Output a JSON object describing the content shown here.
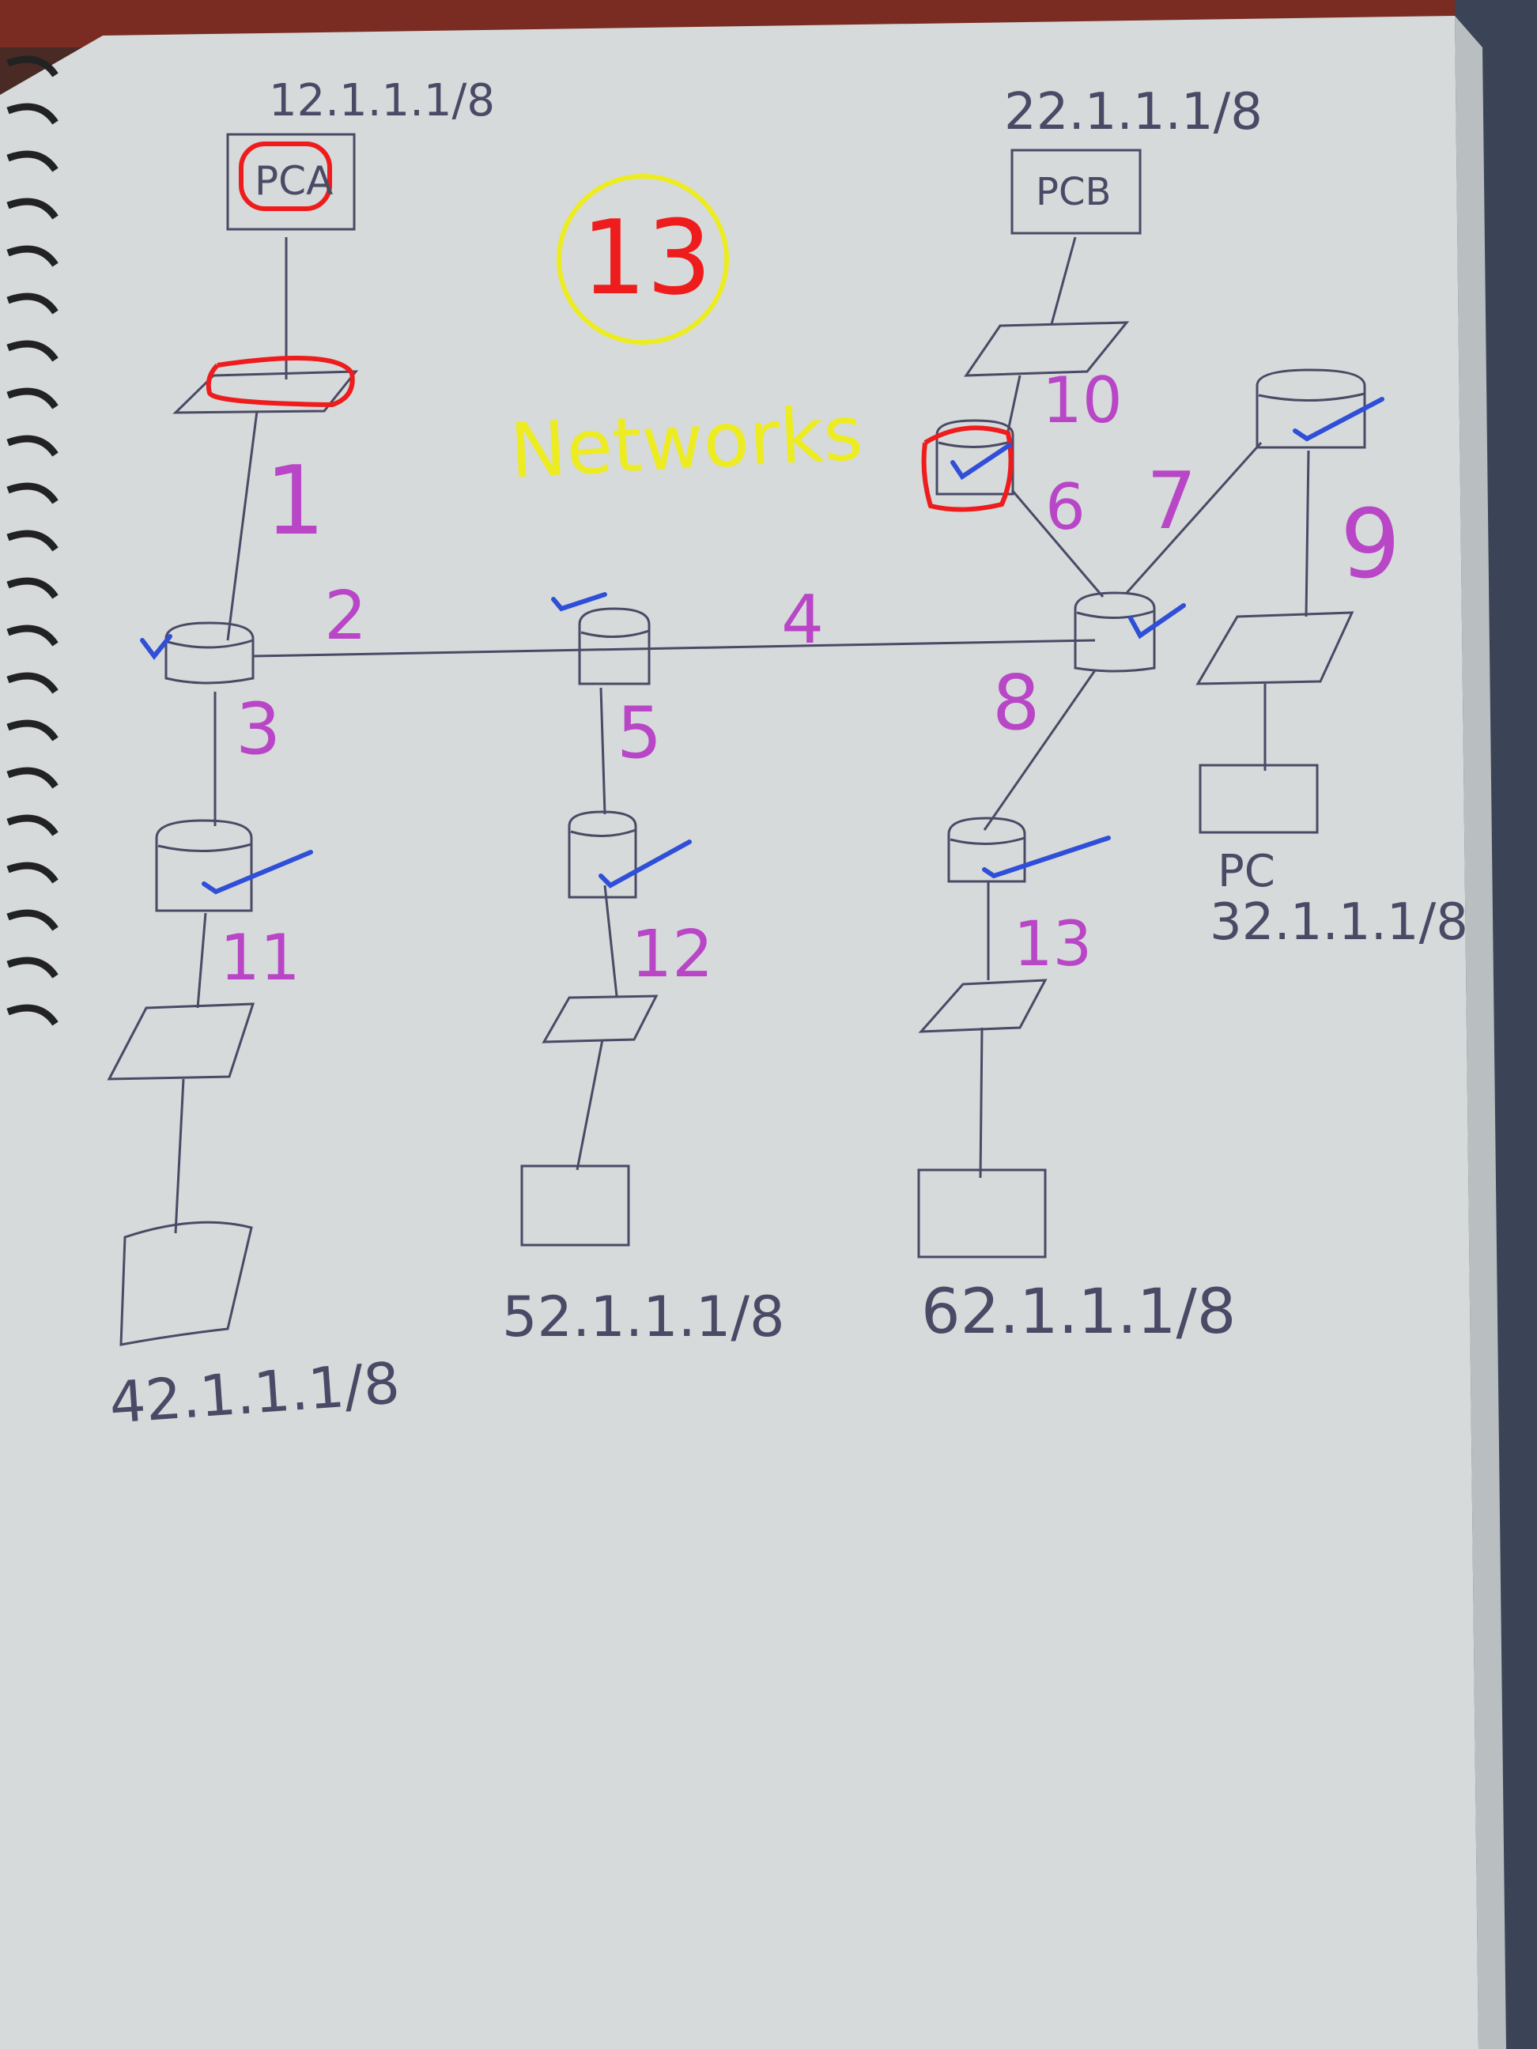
{
  "title": {
    "count": "13",
    "word": "Networks"
  },
  "colors": {
    "paper": "#d8dcdc",
    "ink": "#4a4a66",
    "magenta": "#b846c6",
    "yellow": "#ecec20",
    "red": "#ee1c1c",
    "blue": "#2f4fd8"
  },
  "hosts": {
    "pc_a": "PCA",
    "pc_b": "PCB",
    "pc_right": "PC"
  },
  "ip_labels": {
    "pc_a": "12.1.1.1/8",
    "pc_b": "22.1.1.1/8",
    "pc_right": "32.1.1.1/8",
    "bottom_left": "42.1.1.1/8",
    "bottom_middle": "52.1.1.1/8",
    "bottom_right": "62.1.1.1/8"
  },
  "network_labels": [
    "1",
    "2",
    "3",
    "4",
    "5",
    "6",
    "7",
    "8",
    "9",
    "10",
    "11",
    "12",
    "13"
  ],
  "icons": [
    "router-icon",
    "switch-icon",
    "pc-icon",
    "check-mark-icon",
    "spiral-binding-icon"
  ]
}
